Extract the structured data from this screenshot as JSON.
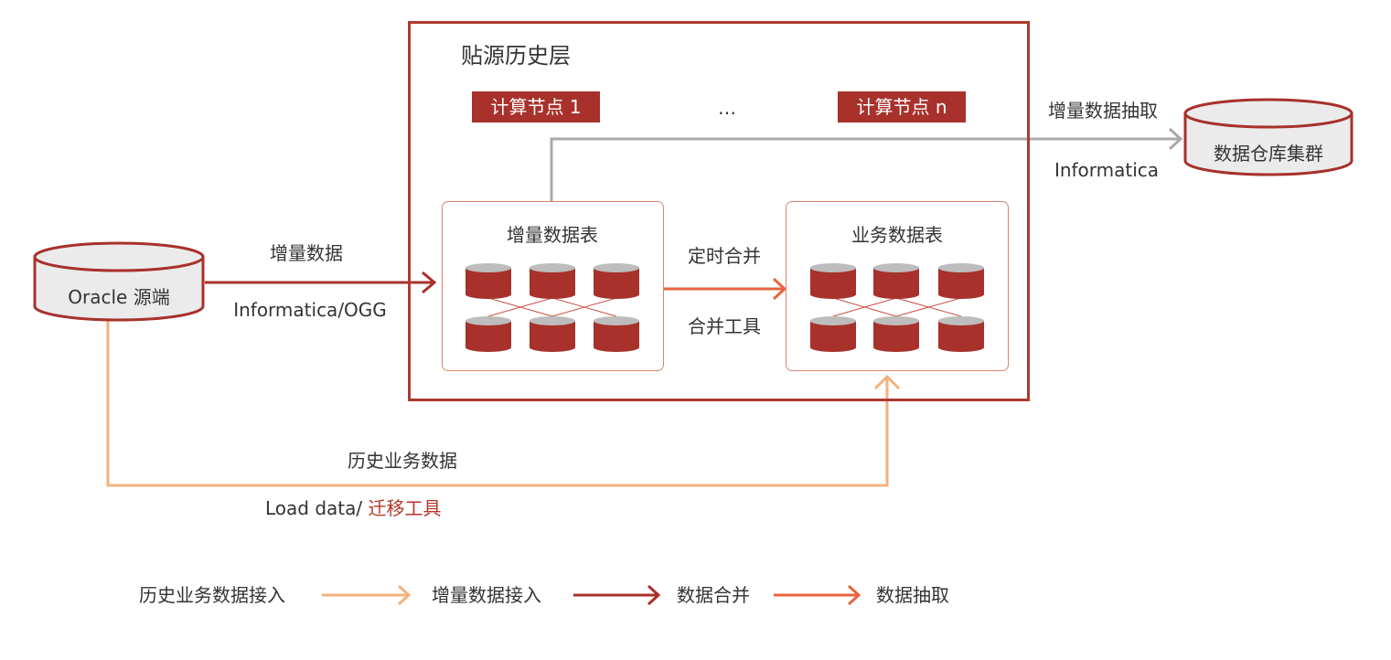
{
  "layer_title": "贴源历史层",
  "compute_nodes": [
    "计算节点 1",
    "计算节点 n"
  ],
  "ellipsis": "…",
  "source": {
    "label": "Oracle 源端"
  },
  "warehouse": {
    "label": "数据仓库集群"
  },
  "incremental_table": {
    "title": "增量数据表"
  },
  "business_table": {
    "title": "业务数据表"
  },
  "edges": {
    "ingest_top": "增量数据",
    "ingest_bottom": "Informatica/OGG",
    "merge_top": "定时合并",
    "merge_bottom": "合并工具",
    "extract_top": "增量数据抽取",
    "extract_bottom": "Informatica",
    "history_top": "历史业务数据",
    "history_bottom_prefix": "Load data/ ",
    "history_bottom_highlight": "迁移工具"
  },
  "legend": [
    {
      "label": "历史业务数据接入",
      "color": "#f3b27d"
    },
    {
      "label": "增量数据接入",
      "color": "#a8312b"
    },
    {
      "label": "数据合并",
      "color": "#e9633e"
    },
    {
      "label": "数据抽取",
      "color": "#ea6a43"
    }
  ],
  "colors": {
    "frame": "#ad3a2f",
    "inner_border": "#d98370",
    "cylinder_red": "#a8312b",
    "cylinder_top": "#bdbdbd",
    "history_line": "#f3b27d",
    "ingest_line": "#a8312b",
    "merge_line": "#e9633e",
    "extract_line": "#a9a9a9"
  }
}
